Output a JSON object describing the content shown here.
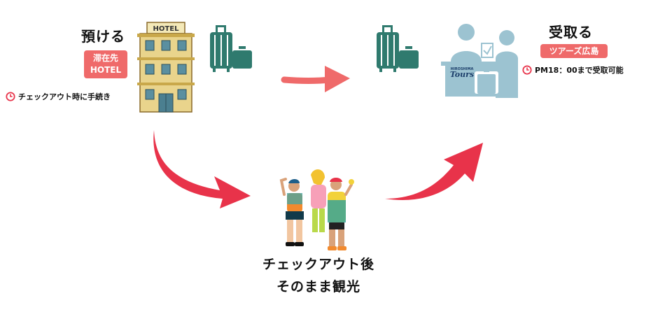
{
  "drop_off": {
    "title": "預ける",
    "badge_line1": "滞在先",
    "badge_line2": "HOTEL",
    "note": "チェックアウト時に手続き",
    "hotel_sign": "HOTEL"
  },
  "pick_up": {
    "title": "受取る",
    "badge": "ツアーズ広島",
    "note": "PM18：00まで受取可能",
    "counter_sign_small": "HIROSHIMA",
    "counter_sign": "Tours"
  },
  "sightseeing": {
    "line1": "チェックアウト後",
    "line2": "そのまま観光"
  },
  "colors": {
    "accent": "#ef6a6a",
    "arrow": "#e8334a",
    "luggage": "#2f7a6e",
    "counter": "#9cc3d1"
  }
}
